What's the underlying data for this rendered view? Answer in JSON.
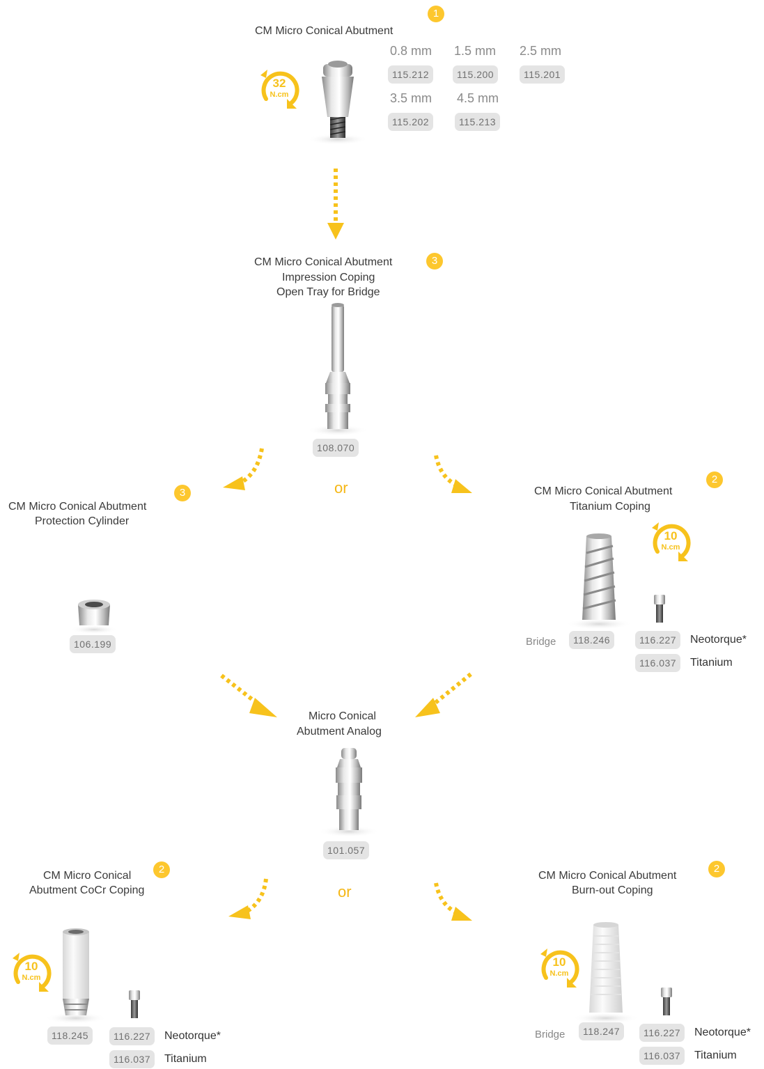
{
  "colors": {
    "accent": "#fdc72e",
    "arrow": "#f7c21c",
    "pill_bg": "#e4e4e4",
    "metal": "#c9c9c9"
  },
  "top": {
    "title": "CM Micro Conical Abutment",
    "badge": "1",
    "torque": {
      "value": "32",
      "unit": "N.cm"
    },
    "options": [
      {
        "size": "0.8 mm",
        "code": "115.212"
      },
      {
        "size": "1.5 mm",
        "code": "115.200"
      },
      {
        "size": "2.5 mm",
        "code": "115.201"
      },
      {
        "size": "3.5 mm",
        "code": "115.202"
      },
      {
        "size": "4.5 mm",
        "code": "115.213"
      }
    ]
  },
  "impression": {
    "title_lines": [
      "CM Micro Conical Abutment",
      "Impression Coping",
      "Open Tray for Bridge"
    ],
    "badge": "3",
    "code": "108.070"
  },
  "or_labels": [
    "or",
    "or"
  ],
  "protection": {
    "title_lines": [
      "CM Micro Conical Abutment",
      "Protection Cylinder"
    ],
    "badge": "3",
    "code": "106.199"
  },
  "titanium_coping": {
    "title_lines": [
      "CM Micro Conical Abutment",
      "Titanium Coping"
    ],
    "badge": "2",
    "torque": {
      "value": "10",
      "unit": "N.cm"
    },
    "bridge_label": "Bridge",
    "code": "118.246",
    "screws": [
      {
        "code": "116.227",
        "label": "Neotorque*"
      },
      {
        "code": "116.037",
        "label": "Titanium"
      }
    ]
  },
  "analog": {
    "title_lines": [
      "Micro Conical",
      "Abutment Analog"
    ],
    "code": "101.057"
  },
  "cocr_coping": {
    "title_lines": [
      "CM Micro Conical",
      "Abutment CoCr Coping"
    ],
    "badge": "2",
    "torque": {
      "value": "10",
      "unit": "N.cm"
    },
    "code": "118.245",
    "screws": [
      {
        "code": "116.227",
        "label": "Neotorque*"
      },
      {
        "code": "116.037",
        "label": "Titanium"
      }
    ]
  },
  "burnout_coping": {
    "title_lines": [
      "CM Micro Conical Abutment",
      "Burn-out Coping"
    ],
    "badge": "2",
    "torque": {
      "value": "10",
      "unit": "N.cm"
    },
    "bridge_label": "Bridge",
    "code": "118.247",
    "screws": [
      {
        "code": "116.227",
        "label": "Neotorque*"
      },
      {
        "code": "116.037",
        "label": "Titanium"
      }
    ]
  }
}
